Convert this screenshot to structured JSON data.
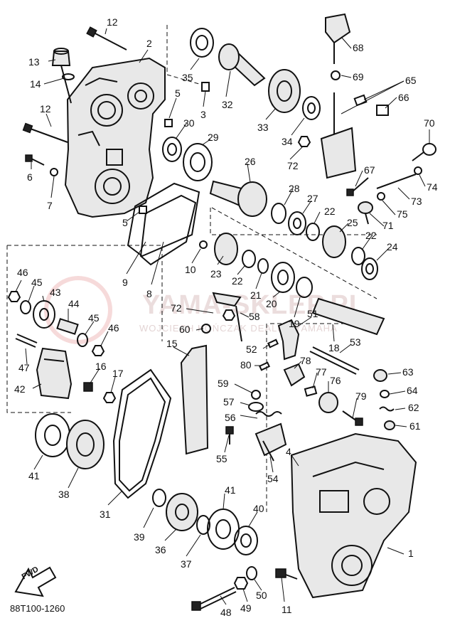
{
  "watermark": {
    "text": "YAMA-SKLEP.PL",
    "subtext": "WOJCIECH KOŃCZAK   DEALER YAMAHA"
  },
  "footer": {
    "diagram_code": "88T100-1260",
    "fwd_label": "FWD"
  },
  "callouts": [
    {
      "id": "c1",
      "text": "1"
    },
    {
      "id": "c2",
      "text": "2"
    },
    {
      "id": "c3",
      "text": "3"
    },
    {
      "id": "c4",
      "text": "4"
    },
    {
      "id": "c5a",
      "text": "5"
    },
    {
      "id": "c5b",
      "text": "5"
    },
    {
      "id": "c6",
      "text": "6"
    },
    {
      "id": "c7",
      "text": "7"
    },
    {
      "id": "c8",
      "text": "8"
    },
    {
      "id": "c9",
      "text": "9"
    },
    {
      "id": "c10",
      "text": "10"
    },
    {
      "id": "c11",
      "text": "11"
    },
    {
      "id": "c12a",
      "text": "12"
    },
    {
      "id": "c12b",
      "text": "12"
    },
    {
      "id": "c13",
      "text": "13"
    },
    {
      "id": "c14",
      "text": "14"
    },
    {
      "id": "c15",
      "text": "15"
    },
    {
      "id": "c16",
      "text": "16"
    },
    {
      "id": "c17",
      "text": "17"
    },
    {
      "id": "c18",
      "text": "18"
    },
    {
      "id": "c19",
      "text": "19"
    },
    {
      "id": "c20",
      "text": "20"
    },
    {
      "id": "c21",
      "text": "21"
    },
    {
      "id": "c22a",
      "text": "22"
    },
    {
      "id": "c22b",
      "text": "22"
    },
    {
      "id": "c22c",
      "text": "22"
    },
    {
      "id": "c23",
      "text": "23"
    },
    {
      "id": "c24",
      "text": "24"
    },
    {
      "id": "c25",
      "text": "25"
    },
    {
      "id": "c26",
      "text": "26"
    },
    {
      "id": "c27",
      "text": "27"
    },
    {
      "id": "c28",
      "text": "28"
    },
    {
      "id": "c29",
      "text": "29"
    },
    {
      "id": "c30",
      "text": "30"
    },
    {
      "id": "c31",
      "text": "31"
    },
    {
      "id": "c32",
      "text": "32"
    },
    {
      "id": "c33",
      "text": "33"
    },
    {
      "id": "c34",
      "text": "34"
    },
    {
      "id": "c35",
      "text": "35"
    },
    {
      "id": "c36",
      "text": "36"
    },
    {
      "id": "c37",
      "text": "37"
    },
    {
      "id": "c38",
      "text": "38"
    },
    {
      "id": "c39",
      "text": "39"
    },
    {
      "id": "c40",
      "text": "40"
    },
    {
      "id": "c41a",
      "text": "41"
    },
    {
      "id": "c41b",
      "text": "41"
    },
    {
      "id": "c42",
      "text": "42"
    },
    {
      "id": "c43",
      "text": "43"
    },
    {
      "id": "c44",
      "text": "44"
    },
    {
      "id": "c45a",
      "text": "45"
    },
    {
      "id": "c45b",
      "text": "45"
    },
    {
      "id": "c46a",
      "text": "46"
    },
    {
      "id": "c46b",
      "text": "46"
    },
    {
      "id": "c47",
      "text": "47"
    },
    {
      "id": "c48",
      "text": "48"
    },
    {
      "id": "c49",
      "text": "49"
    },
    {
      "id": "c50",
      "text": "50"
    },
    {
      "id": "c51",
      "text": "51"
    },
    {
      "id": "c52",
      "text": "52"
    },
    {
      "id": "c53",
      "text": "53"
    },
    {
      "id": "c54",
      "text": "54"
    },
    {
      "id": "c55",
      "text": "55"
    },
    {
      "id": "c56",
      "text": "56"
    },
    {
      "id": "c57",
      "text": "57"
    },
    {
      "id": "c58",
      "text": "58"
    },
    {
      "id": "c59",
      "text": "59"
    },
    {
      "id": "c60",
      "text": "60"
    },
    {
      "id": "c61",
      "text": "61"
    },
    {
      "id": "c62",
      "text": "62"
    },
    {
      "id": "c63",
      "text": "63"
    },
    {
      "id": "c64",
      "text": "64"
    },
    {
      "id": "c65",
      "text": "65"
    },
    {
      "id": "c66",
      "text": "66"
    },
    {
      "id": "c67",
      "text": "67"
    },
    {
      "id": "c68",
      "text": "68"
    },
    {
      "id": "c69",
      "text": "69"
    },
    {
      "id": "c70",
      "text": "70"
    },
    {
      "id": "c71",
      "text": "71"
    },
    {
      "id": "c72a",
      "text": "72"
    },
    {
      "id": "c72b",
      "text": "72"
    },
    {
      "id": "c73",
      "text": "73"
    },
    {
      "id": "c74",
      "text": "74"
    },
    {
      "id": "c75",
      "text": "75"
    },
    {
      "id": "c76",
      "text": "76"
    },
    {
      "id": "c77",
      "text": "77"
    },
    {
      "id": "c78",
      "text": "78"
    },
    {
      "id": "c79",
      "text": "79"
    },
    {
      "id": "c80",
      "text": "80"
    }
  ]
}
